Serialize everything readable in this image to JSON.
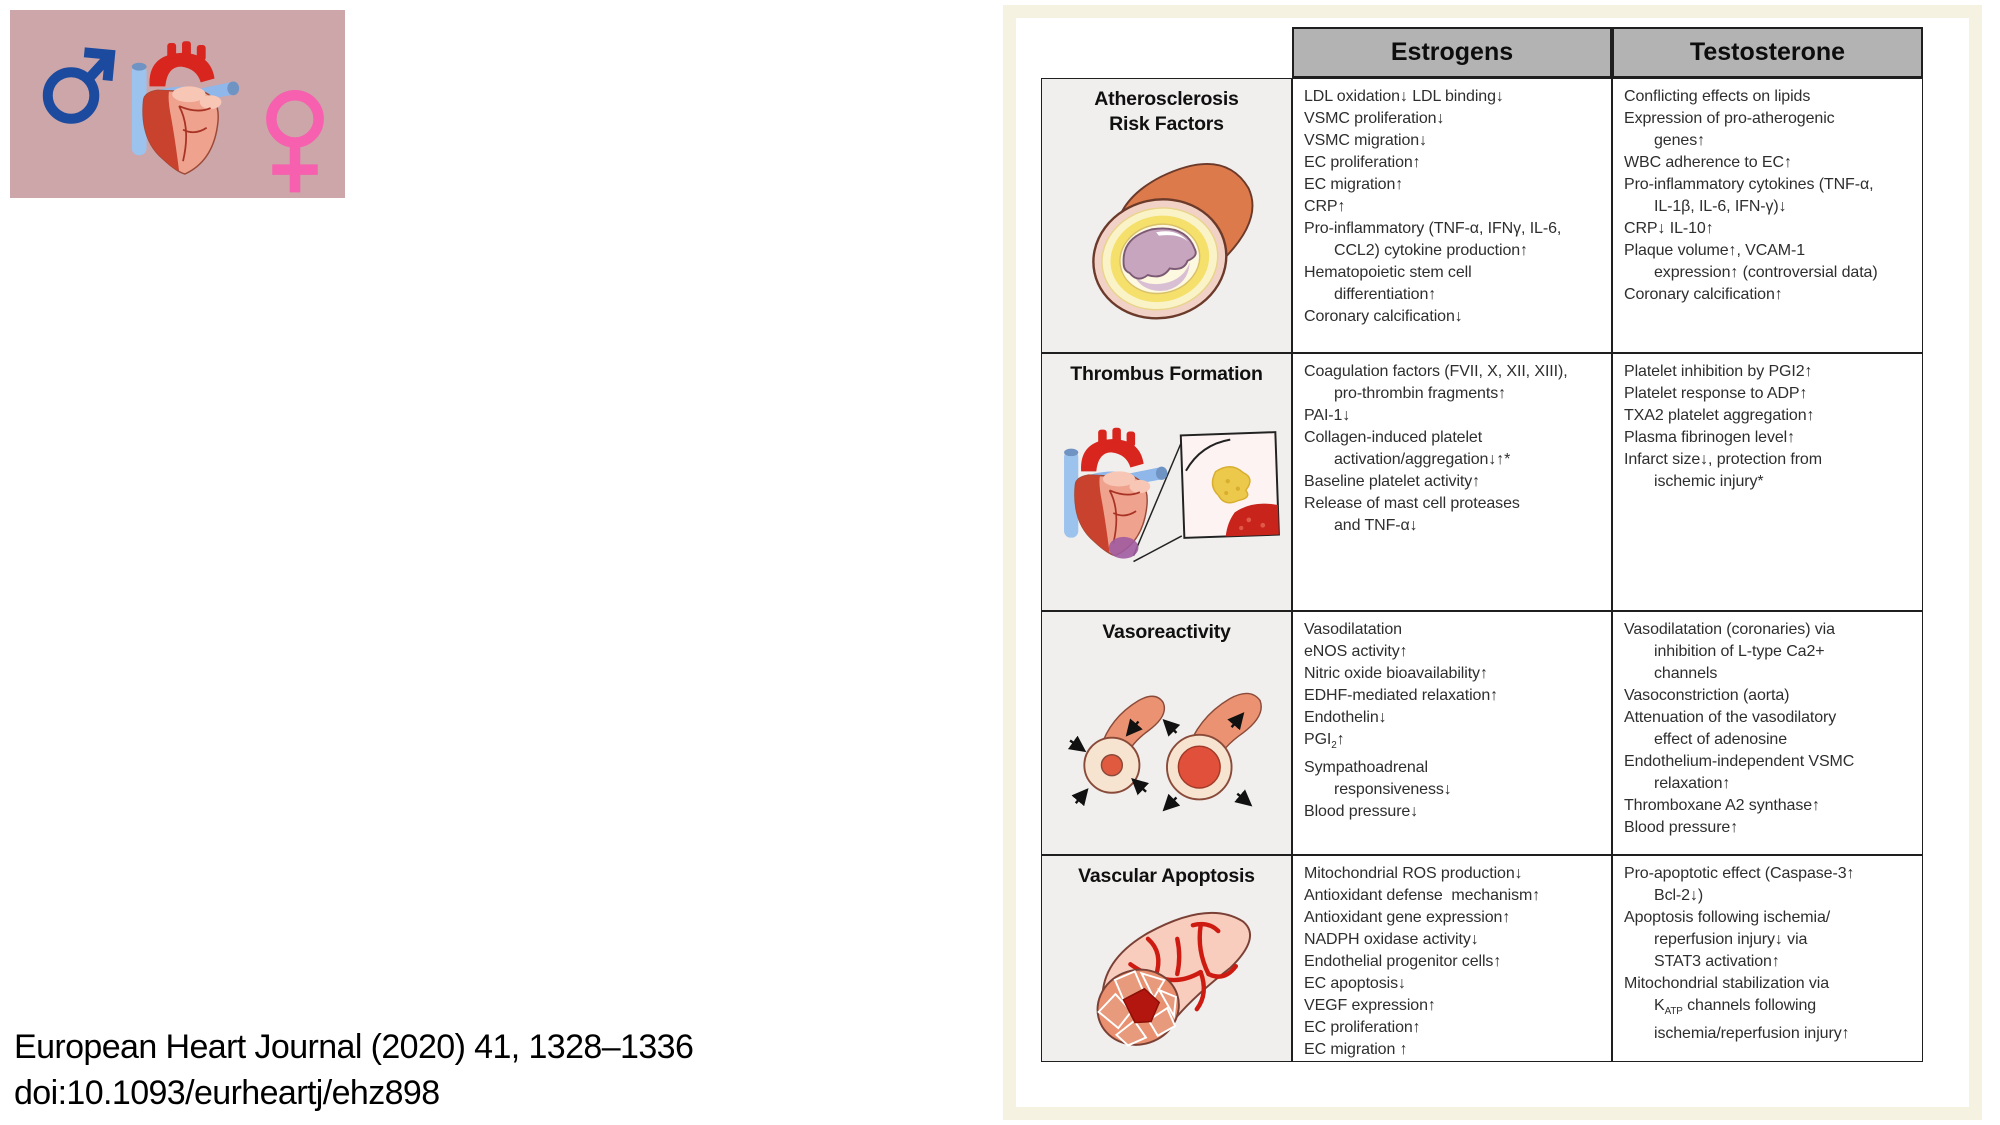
{
  "theme": {
    "panel_bg": "#f5f2e1",
    "header_bg": "#b3b3b3",
    "label_bg": "#f0efed",
    "border": "#1f1f1f",
    "hero_bg": "#cca6a9",
    "male_blue": "#1b4a9e",
    "female_pink": "#f660ae",
    "arrow_up": "↑",
    "arrow_down": "↓"
  },
  "hero": {
    "icons": [
      "male-symbol-icon",
      "anatomical-heart-icon",
      "female-symbol-icon"
    ]
  },
  "citation": {
    "line1": "European Heart Journal (2020) 41, 1328–1336",
    "line2": "doi:10.1093/eurheartj/ehz898"
  },
  "figure": {
    "header": {
      "estrogens": "Estrogens",
      "testosterone": "Testosterone"
    },
    "rows": [
      {
        "label": "Atherosclerosis\nRisk Factors",
        "illustration": "atherosclerotic-artery",
        "estrogens": [
          "LDL oxidation↓ LDL binding↓",
          "VSMC proliferation↓",
          "VSMC migration↓",
          "EC proliferation↑",
          "EC migration↑",
          "CRP↑",
          "Pro-inflammatory (TNF-α, IFNγ, IL-6,",
          "\tCCL2) cytokine production↑",
          "Hematopoietic stem cell",
          "\tdifferentiation↑",
          "Coronary calcification↓"
        ],
        "testosterone": [
          "Conflicting effects on lipids",
          "Expression of pro-atherogenic",
          "\tgenes↑",
          "WBC adherence to EC↑",
          "Pro-inflammatory cytokines (TNF-α,",
          "\tIL-1β, IL-6, IFN-γ)↓",
          "CRP↓ IL-10↑",
          "Plaque volume↑, VCAM-1",
          "\texpression↑ (controversial data)",
          "Coronary calcification↑"
        ]
      },
      {
        "label": "Thrombus Formation",
        "illustration": "heart-thrombus-magnifier",
        "estrogens": [
          "Coagulation factors (FVII, X, XII, XIII),",
          "\tpro-thrombin fragments↑",
          "PAI-1↓",
          "Collagen-induced platelet",
          "\tactivation/aggregation↓↑*",
          "Baseline platelet activity↑",
          "Release of mast cell proteases",
          "\tand TNF-α↓"
        ],
        "testosterone": [
          "Platelet inhibition by PGI2↑",
          "Platelet response to ADP↑",
          "TXA2 platelet aggregation↑",
          "Plasma fibrinogen level↑",
          "Infarct size↓, protection from",
          "\tischemic injury*"
        ]
      },
      {
        "label": "Vasoreactivity",
        "illustration": "vessel-constriction-dilation",
        "estrogens": [
          "Vasodilatation",
          "eNOS activity↑",
          "Nitric oxide bioavailability↑",
          "EDHF-mediated relaxation↑",
          "Endothelin↓",
          "PGI_{2}↑",
          "Sympathoadrenal",
          "\tresponsiveness↓",
          "Blood pressure↓"
        ],
        "testosterone": [
          "Vasodilatation (coronaries) via",
          "\tinhibition of L-type Ca2+",
          "\tchannels",
          "Vasoconstriction (aorta)",
          "Attenuation of the vasodilatory",
          "\teffect of adenosine",
          "Endothelium-independent VSMC",
          "\trelaxation↑",
          "Thromboxane A2 synthase↑",
          "Blood pressure↑"
        ]
      },
      {
        "label": "Vascular Apoptosis",
        "illustration": "apoptotic-vessel",
        "estrogens": [
          "Mitochondrial ROS production↓",
          "Antioxidant defense  mechanism↑",
          "Antioxidant gene expression↑",
          "NADPH oxidase activity↓",
          "Endothelial progenitor cells↑",
          "EC apoptosis↓",
          "VEGF expression↑",
          "EC proliferation↑",
          "EC migration ↑"
        ],
        "testosterone": [
          "Pro-apoptotic effect (Caspase-3↑",
          "\tBcl-2↓)",
          "Apoptosis following ischemia/",
          "\treperfusion injury↓ via",
          "\tSTAT3 activation↑",
          "Mitochondrial stabilization via",
          "\tK_{ATP} channels following",
          "\tischemia/reperfusion injury↑"
        ]
      }
    ]
  }
}
